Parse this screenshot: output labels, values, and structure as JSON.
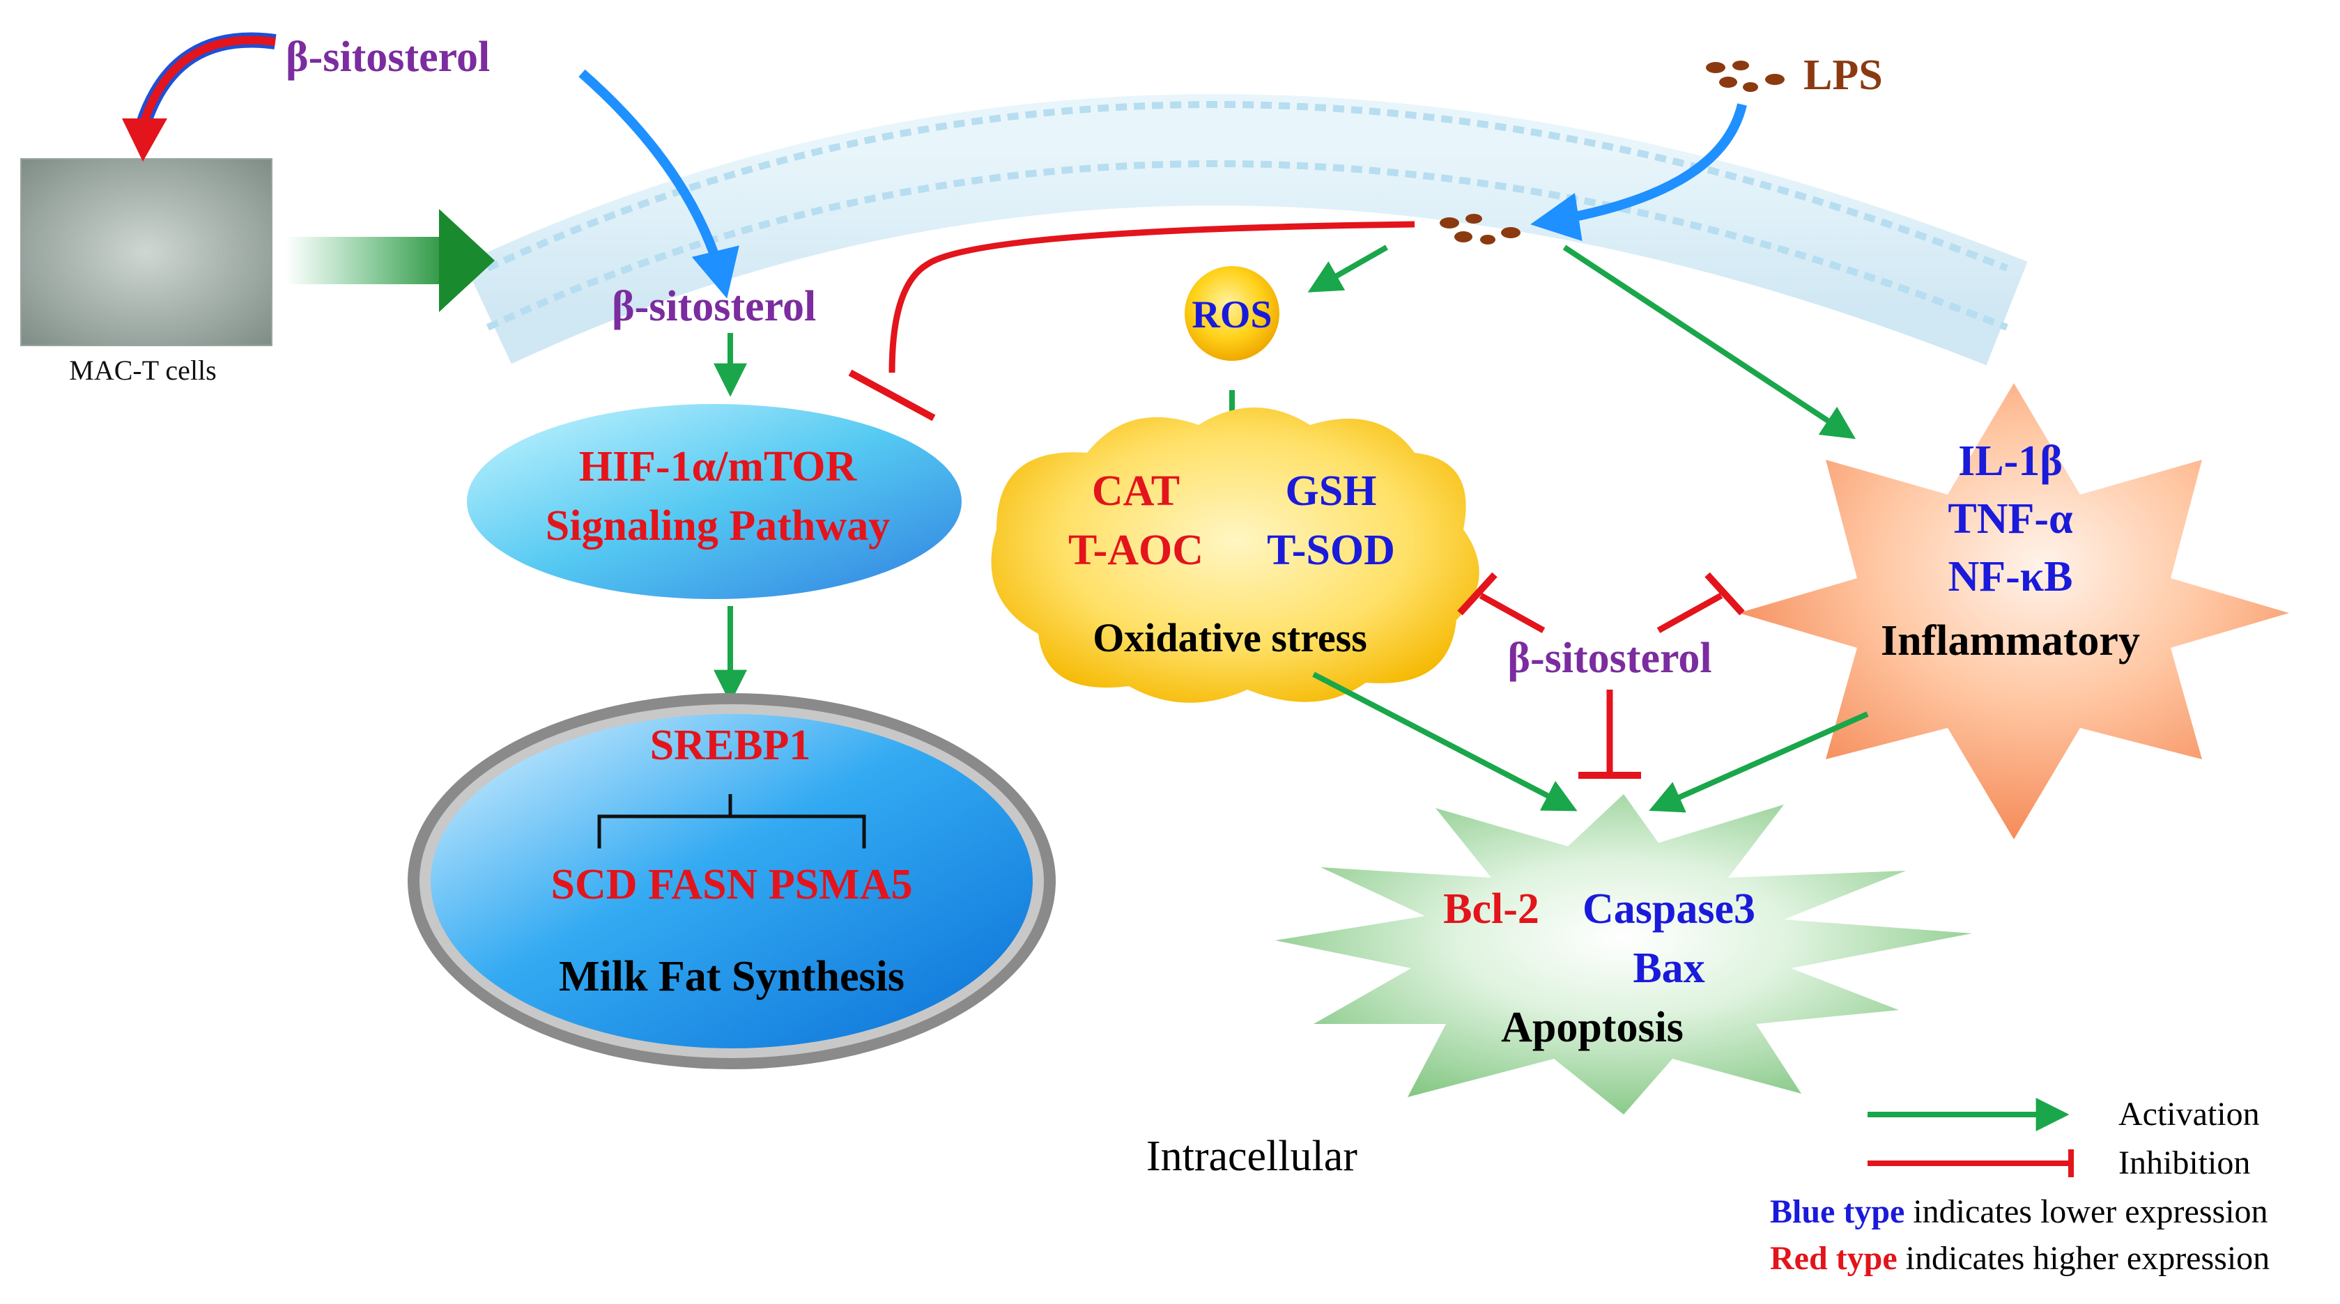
{
  "colors": {
    "activation": "#1aa64a",
    "inhibition": "#e3141b",
    "blue_text": "#1a1adb",
    "red_text": "#e3141b",
    "purple_text": "#7b2c9e",
    "lps_brown": "#8b3a10",
    "entry_arrow": "#1e90ff"
  },
  "cells_label": "MAC-T cells",
  "beta_top": "β-sitosterol",
  "beta_inside": "β-sitosterol",
  "beta_center": "β-sitosterol",
  "lps_label": "LPS",
  "ros_label": "ROS",
  "hif_line1": "HIF-1α/mTOR",
  "hif_line2": "Signaling Pathway",
  "srebp": "SREBP1",
  "lipid_genes": "SCD FASN PSMA5",
  "milk_fat": "Milk Fat Synthesis",
  "oxidative": {
    "red_line1": "CAT",
    "red_line2": "T-AOC",
    "blue_line1": "GSH",
    "blue_line2": "T-SOD",
    "title": "Oxidative stress"
  },
  "inflammatory": {
    "line1": "IL-1β",
    "line2": "TNF-α",
    "line3": "NF-κB",
    "title": "Inflammatory"
  },
  "apoptosis": {
    "bcl2": "Bcl-2",
    "caspase3": "Caspase3",
    "bax": "Bax",
    "title": "Apoptosis"
  },
  "intracellular": "Intracellular",
  "legend": {
    "activation": "Activation",
    "inhibition": "Inhibition",
    "blue_prefix": "Blue type",
    "blue_suffix": " indicates lower expression",
    "red_prefix": "Red type",
    "red_suffix": " indicates higher expression"
  }
}
